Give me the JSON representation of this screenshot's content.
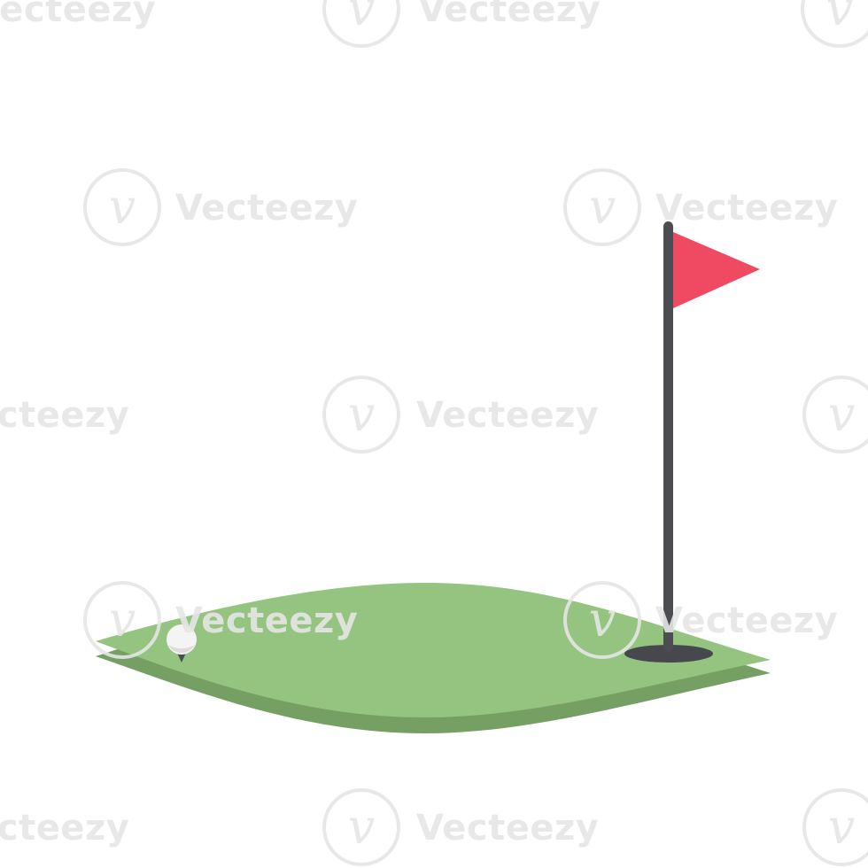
{
  "watermark": {
    "text": "Vecteezy",
    "logo_glyph": "v",
    "color": "#e6e6e6"
  },
  "colors": {
    "background": "#ffffff",
    "green_top": "#94c47f",
    "green_edge": "#76a063",
    "flag": "#ef4a62",
    "pole": "#4b4d52",
    "hole": "#46484d",
    "ball": "#f4f4f4",
    "ball_shadow": "#dcdcdc",
    "tee": "#4b4d52"
  },
  "icons": [
    "golf-green",
    "flag-icon",
    "flag-pole",
    "golf-hole",
    "golf-ball-icon",
    "golf-tee"
  ]
}
